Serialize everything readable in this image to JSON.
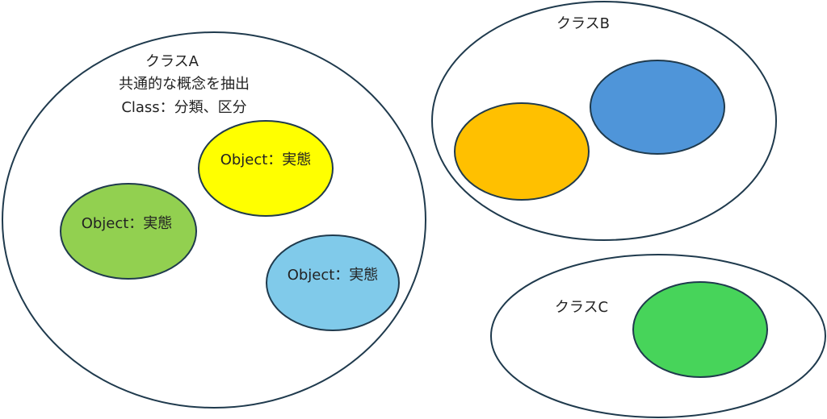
{
  "class_a": {
    "title": "クラスA",
    "description": "共通的な概念を抽出",
    "definition": "Class：分類、区分",
    "objects": [
      {
        "label": "Object：実態",
        "color": "#FFFF00"
      },
      {
        "label": "Object：実態",
        "color": "#92D050"
      },
      {
        "label": "Object：実態",
        "color": "#80CAEA"
      }
    ]
  },
  "class_b": {
    "title": "クラスB",
    "objects": [
      {
        "color": "#FFC000"
      },
      {
        "color": "#4F95D9"
      }
    ]
  },
  "class_c": {
    "title": "クラスC",
    "objects": [
      {
        "color": "#47D45A"
      }
    ]
  }
}
